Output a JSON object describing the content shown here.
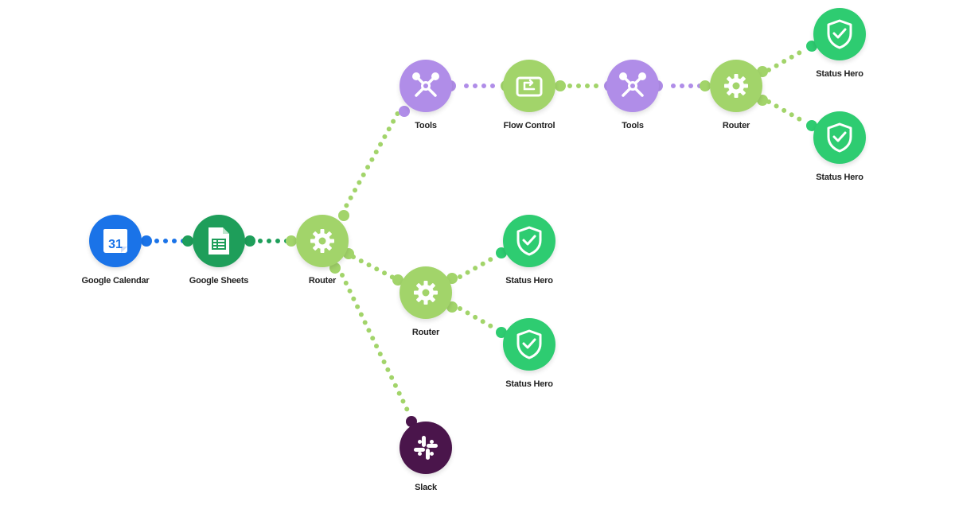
{
  "colors": {
    "calendar": "#1a73e8",
    "sheets": "#1e9e5a",
    "router": "#a2d46a",
    "tools": "#b08de8",
    "flow": "#a2d46a",
    "status": "#2ecc71",
    "slack": "#4a154b",
    "link_green": "#a2d46a",
    "link_blue": "#1a73e8",
    "link_purple": "#b08de8"
  },
  "nodes": {
    "google_calendar": {
      "label": "Google Calendar",
      "icon": "calendar-icon"
    },
    "google_sheets": {
      "label": "Google Sheets",
      "icon": "sheets-icon"
    },
    "router_main": {
      "label": "Router",
      "icon": "gear-icon"
    },
    "tools_1": {
      "label": "Tools",
      "icon": "tools-icon"
    },
    "flow_control": {
      "label": "Flow Control",
      "icon": "repeat-icon"
    },
    "tools_2": {
      "label": "Tools",
      "icon": "tools-icon"
    },
    "router_top": {
      "label": "Router",
      "icon": "gear-icon"
    },
    "status_hero_1": {
      "label": "Status Hero",
      "icon": "shield-check-icon"
    },
    "status_hero_2": {
      "label": "Status Hero",
      "icon": "shield-check-icon"
    },
    "router_mid": {
      "label": "Router",
      "icon": "gear-icon"
    },
    "status_hero_3": {
      "label": "Status Hero",
      "icon": "shield-check-icon"
    },
    "status_hero_4": {
      "label": "Status Hero",
      "icon": "shield-check-icon"
    },
    "slack": {
      "label": "Slack",
      "icon": "slack-icon"
    }
  },
  "calendar_day": "31"
}
